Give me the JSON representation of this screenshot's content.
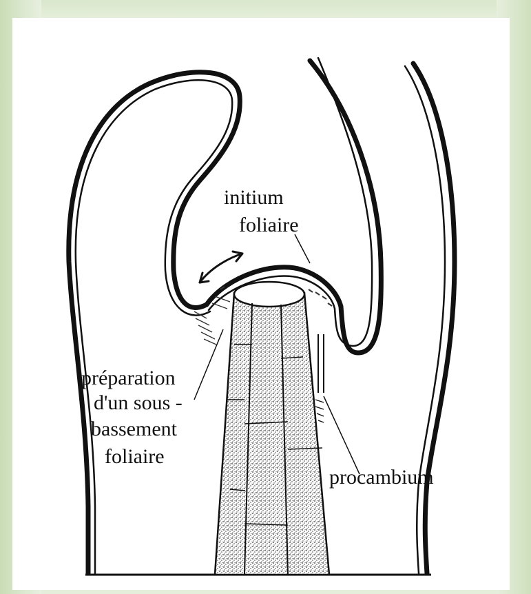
{
  "diagram": {
    "labels": {
      "initium_line1": "initium",
      "initium_line2": "foliaire",
      "prep_line1": "préparation",
      "prep_line2": "d'un sous -",
      "prep_line3": "bassement",
      "prep_line4": "foliaire",
      "procambium": "procambium"
    },
    "colors": {
      "ink": "#111111",
      "paper": "#ffffff",
      "background": "#e4eedb"
    }
  }
}
